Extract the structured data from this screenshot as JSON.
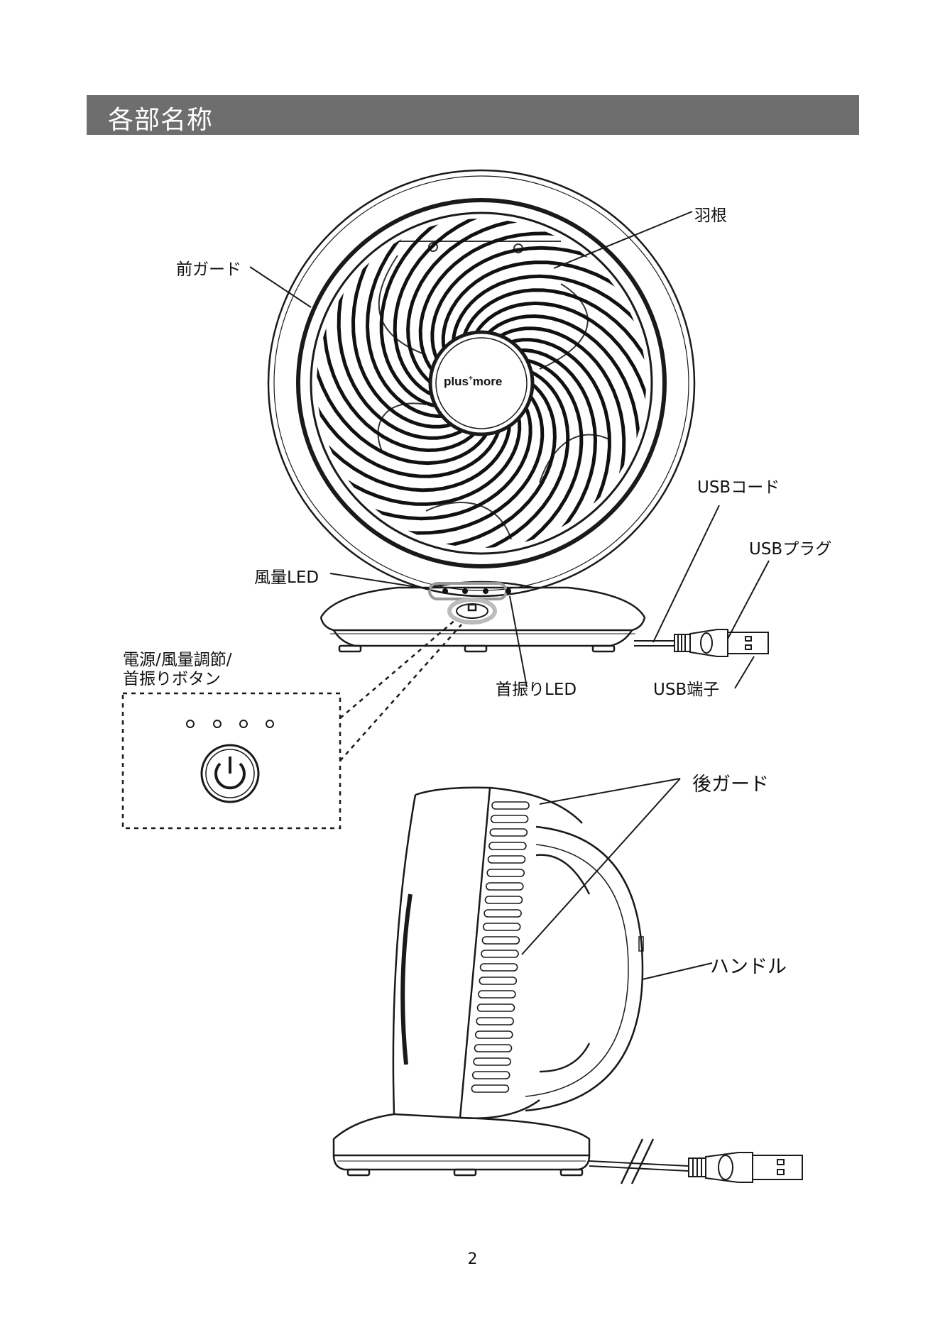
{
  "section": {
    "title": "各部名称"
  },
  "front_view": {
    "brand": "plus",
    "brand_sup": "+",
    "brand_tail": "more",
    "labels": {
      "blade": "羽根",
      "front_guard": "前ガード",
      "usb_cord": "USBコード",
      "usb_plug": "USBプラグ",
      "wind_led": "風量LED",
      "button": "電源/風量調節/",
      "button_line2": "首振りボタン",
      "swing_led": "首振りLED",
      "usb_terminal": "USB端子"
    }
  },
  "side_view": {
    "labels": {
      "rear_guard": "後ガード",
      "handle": "ハンドル"
    }
  },
  "detail": {
    "icon": "power-icon",
    "led_count": 4
  },
  "page_number": "2"
}
